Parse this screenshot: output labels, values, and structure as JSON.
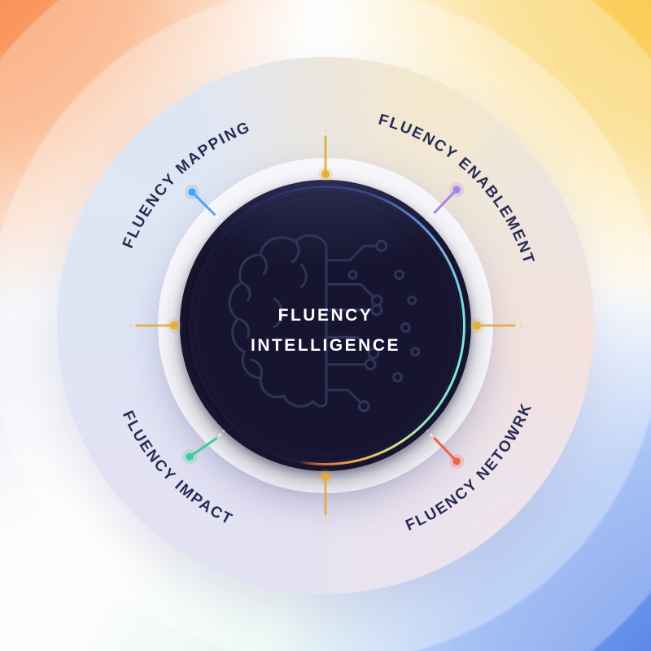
{
  "diagram": {
    "center": {
      "icon": "brain-circuit",
      "title_line1": "FLUENCY",
      "title_line2": "INTELLIGENCE"
    },
    "segments": {
      "top_left": {
        "label": "FLUENCY MAPPING",
        "dot_color": "#4da3f5"
      },
      "top_right": {
        "label": "FLUENCY ENABLEMENT",
        "dot_color": "#a985e9"
      },
      "bottom_left": {
        "label": "FLUENCY IMPACT",
        "dot_color": "#38cf9d"
      },
      "bottom_right": {
        "label": "FLUENCY NETOWRK",
        "dot_color": "#f0614e"
      }
    },
    "ticks": {
      "color": "#e0af3d",
      "tail_color": "#ecd79f"
    },
    "palette": {
      "label_text": "#272c55",
      "title_text": "#ffffff",
      "center_circle": "#16142f",
      "connector_tail_dot": "#ffffff",
      "corner_top_left": "#f8854a",
      "corner_top_right": "#f9c43e",
      "corner_bottom_right": "#4272e2",
      "rim_blue": "#7fb3e8",
      "rim_cyan": "#7ceed2",
      "rim_orange": "#e98f4b"
    }
  }
}
